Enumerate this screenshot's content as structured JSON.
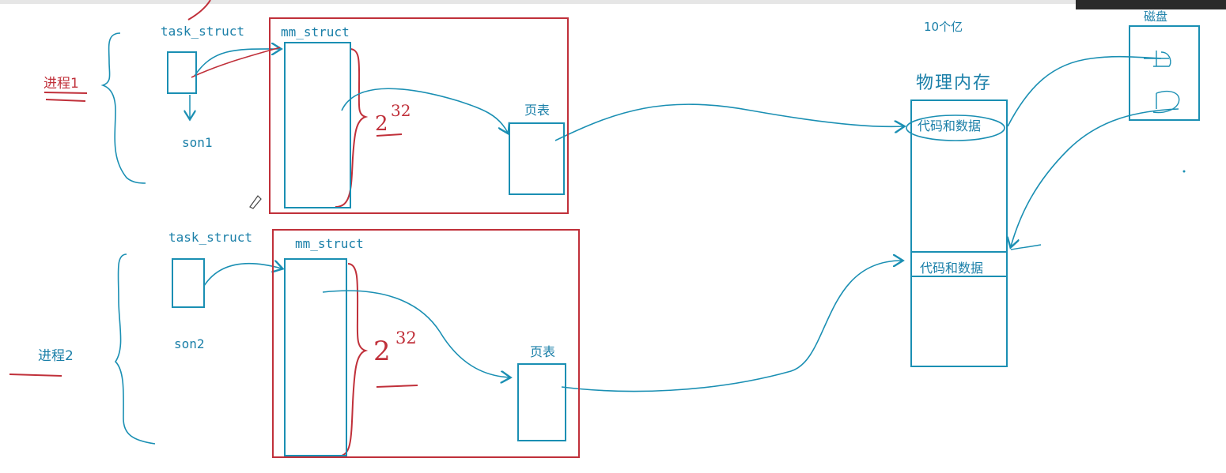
{
  "colors": {
    "blue": "#1a8fb3",
    "red": "#c0303a"
  },
  "process1": {
    "label": "进程1",
    "task_struct": "task_struct",
    "mm_struct": "mm_struct",
    "child": "son1",
    "annotation": "2",
    "exponent": "32",
    "page_table": "页表"
  },
  "process2": {
    "label": "进程2",
    "task_struct": "task_struct",
    "mm_struct": "mm_struct",
    "child": "son2",
    "annotation": "2",
    "exponent": "32",
    "page_table": "页表"
  },
  "memory": {
    "count_note": "10个亿",
    "title": "物理内存",
    "block1": "代码和数据",
    "block2": "代码和数据"
  },
  "disk": {
    "title": "磁盘"
  }
}
